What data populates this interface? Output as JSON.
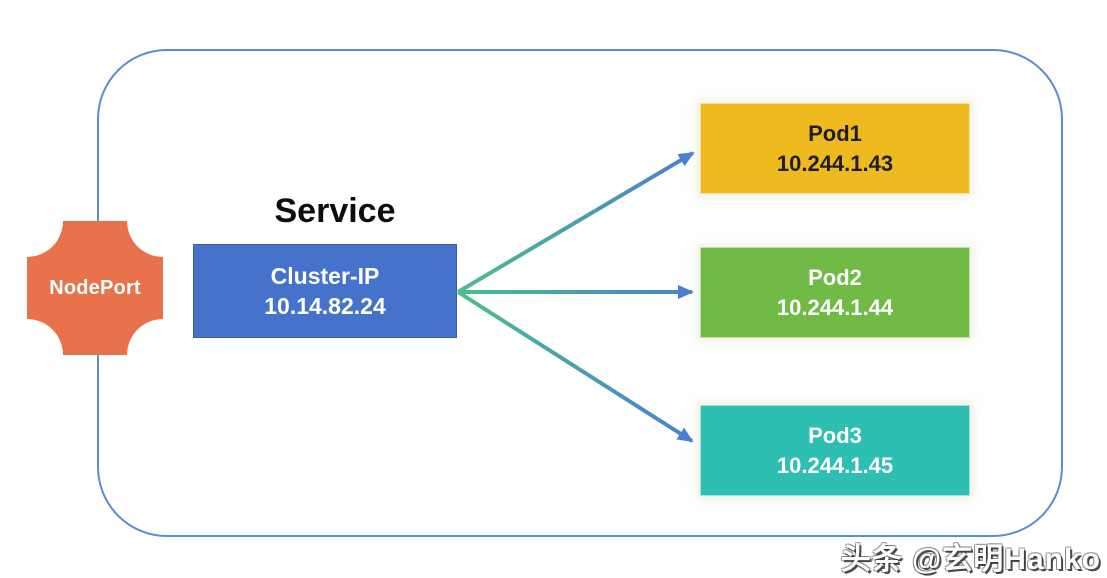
{
  "diagram": {
    "frame_border_color": "#5E8BD6",
    "service_title": "Service",
    "nodeport": {
      "label": "NodePort",
      "fill": "#E7724C",
      "text_color": "#FFFFFF"
    },
    "cluster_ip_box": {
      "name": "Cluster-IP",
      "ip": "10.14.82.24",
      "fill": "#4573CB",
      "text_color": "#FFFFFF"
    },
    "pods": [
      {
        "name": "Pod1",
        "ip": "10.244.1.43",
        "fill": "#EFB920",
        "text_color": "#1F1F1F"
      },
      {
        "name": "Pod2",
        "ip": "10.244.1.44",
        "fill": "#70BA45",
        "text_color": "#FFFFFF"
      },
      {
        "name": "Pod3",
        "ip": "10.244.1.45",
        "fill": "#2EBFB2",
        "text_color": "#FFFFFF"
      }
    ],
    "arrow": {
      "start_color": "#4CBE8C",
      "end_color": "#4B7FD0"
    },
    "watermark": "头条 @玄明Hanko"
  }
}
